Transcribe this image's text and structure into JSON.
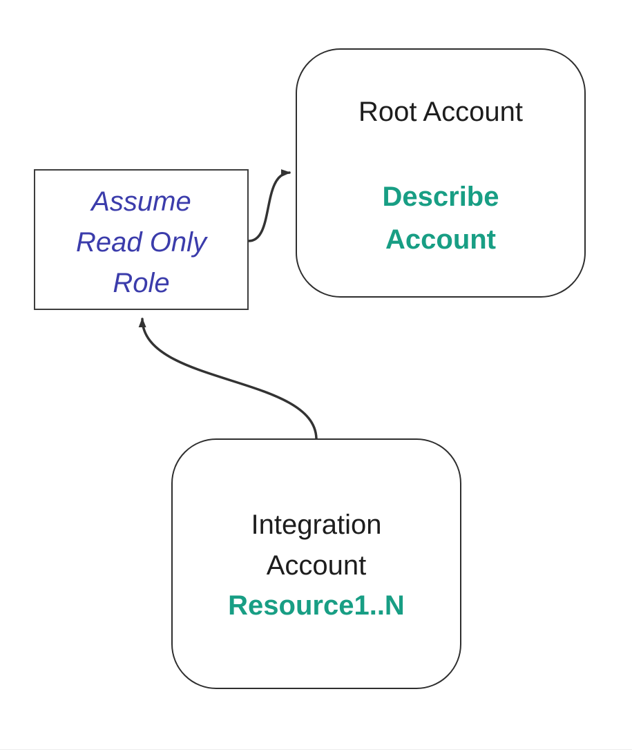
{
  "diagram": {
    "colors": {
      "accent_teal": "#189e84",
      "accent_blue": "#3b3cab",
      "line": "#333333",
      "node_border": "#2e2e2e",
      "text": "#1d1d1d",
      "footer_divider": "#ececec"
    },
    "nodes": {
      "root_account": {
        "title": "Root Account",
        "action_line1": "Describe",
        "action_line2": "Account"
      },
      "assume_role": {
        "label_line1": "Assume",
        "label_line2": "Read Only",
        "label_line3": "Role"
      },
      "integration_account": {
        "title_line1": "Integration",
        "title_line2": "Account",
        "resources": "Resource1..N"
      }
    },
    "edges": [
      {
        "name": "assume-role-to-root-account",
        "from": "assume_role",
        "to": "root_account"
      },
      {
        "name": "integration-account-to-assume-role",
        "from": "integration_account",
        "to": "assume_role"
      }
    ]
  }
}
